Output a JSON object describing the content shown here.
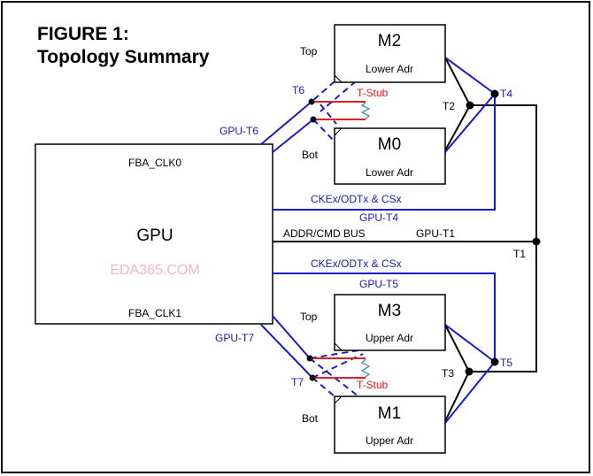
{
  "title": {
    "line1": "FIGURE 1:",
    "line2": "Topology Summary"
  },
  "gpu": {
    "name": "GPU",
    "clk0": "FBA_CLK0",
    "clk1": "FBA_CLK1"
  },
  "memories": [
    {
      "name": "M2",
      "sub": "Lower Adr",
      "side": "Top"
    },
    {
      "name": "M0",
      "sub": "Lower Adr",
      "side": "Bot"
    },
    {
      "name": "M3",
      "sub": "Upper Adr",
      "side": "Top"
    },
    {
      "name": "M1",
      "sub": "Upper Adr",
      "side": "Bot"
    }
  ],
  "nodes": {
    "t1": "T1",
    "t2": "T2",
    "t3": "T3",
    "t4": "T4",
    "t5": "T5",
    "t6": "T6",
    "t7": "T7"
  },
  "nets": {
    "gpu_t6": "GPU-T6",
    "gpu_t7": "GPU-T7",
    "gpu_t4": "GPU-T4",
    "gpu_t5": "GPU-T5",
    "gpu_t1": "GPU-T1",
    "cke_upper": "CKEx/ODTx & CSx",
    "cke_lower": "CKEx/ODTx & CSx",
    "addr_bus": "ADDR/CMD BUS",
    "tstub_upper": "T-Stub",
    "tstub_lower": "T-Stub"
  },
  "watermark": "EDA365.COM",
  "colors": {
    "signal_blue": "#1a1acc",
    "stub_red": "#e02020",
    "resistor": "#2a8aa8"
  }
}
